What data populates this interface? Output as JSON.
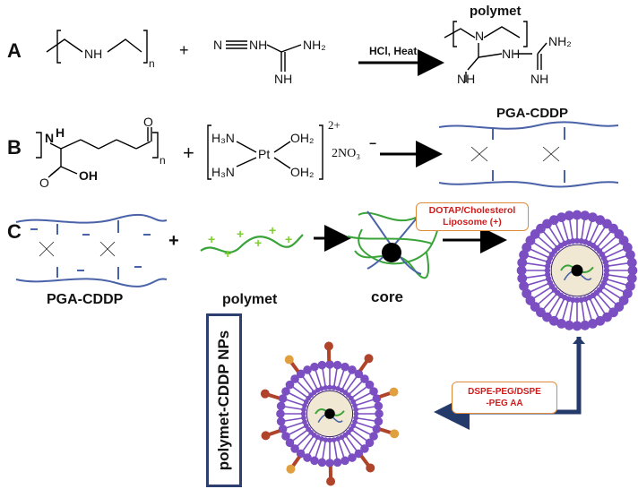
{
  "panels": {
    "a": "A",
    "b": "B",
    "c": "C"
  },
  "rowA": {
    "title": "polymet",
    "nh": "NH",
    "n": "n",
    "plus": "+",
    "cyano_n": "N",
    "guan_nh": "NH",
    "guan_nh2": "NH₂",
    "guan_imine": "NH",
    "arrow_label": "HCl, Heat",
    "prod_n": "N",
    "prod_nh": "NH",
    "prod_nh2": "NH₂",
    "prod_nh_a": "NH",
    "prod_nh_b": "NH"
  },
  "rowB": {
    "title": "PGA-CDDP",
    "n_label": "N",
    "h_label": "H",
    "o_label": "O",
    "oh_label": "OH",
    "n": "n",
    "plus": "+",
    "h3n_top": "H₃N",
    "h3n_bot": "H₃N",
    "pt": "Pt",
    "oh2_top": "OH₂",
    "oh2_bot": "OH₂",
    "charge": "2+",
    "nitrate": "2NO₃",
    "nitrate_charge": "−"
  },
  "rowC": {
    "left_caption": "PGA-CDDP",
    "plus": "+",
    "polymet_caption": "polymet",
    "core_caption": "core",
    "liposome_box": [
      "DOTAP/Cholesterol",
      "Liposome (+)"
    ],
    "peg_box": [
      "DSPE-PEG/DSPE",
      "-PEG AA"
    ],
    "np_label": "polymet-CDDP NPs"
  },
  "colors": {
    "chain_blue": "#4a63a8",
    "polymet_green": "#3aa33a",
    "plus_green": "#7fcf2e",
    "lipid_purple": "#7b4fc1",
    "lipid_dark": "#3b2470",
    "peg_red": "#b0442a",
    "box_border": "#e08a3c",
    "box_text": "#d01b1b",
    "nav_arrow": "#243a6b"
  }
}
